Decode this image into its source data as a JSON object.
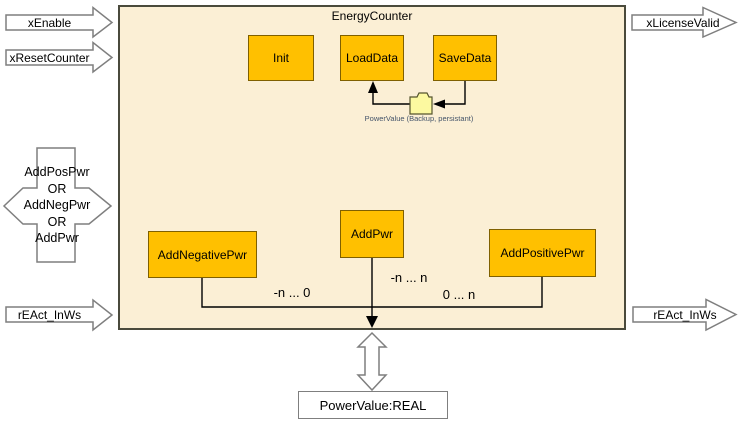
{
  "diagram": {
    "title": "EnergyCounter",
    "function_blocks": {
      "init": "Init",
      "load_data": "LoadData",
      "save_data": "SaveData",
      "add_negative_pwr": "AddNegativePwr",
      "add_pwr": "AddPwr",
      "add_positive_pwr": "AddPositivePwr"
    },
    "inputs": {
      "x_enable": "xEnable",
      "x_reset_counter": "xResetCounter",
      "add_selector_lines": [
        "AddPosPwr",
        "OR",
        "AddNegPwr",
        "OR",
        "AddPwr"
      ],
      "r_eact_in_ws": "rEAct_InWs"
    },
    "outputs": {
      "x_license_valid": "xLicenseValid",
      "r_eact_in_ws": "rEAct_InWs"
    },
    "persistence": {
      "caption": "PowerValue (Backup, persistant)"
    },
    "range_labels": {
      "negative": "-n ... 0",
      "bidirectional": "-n ... n",
      "positive": "0 ... n"
    },
    "io_box": "PowerValue:REAL",
    "colors": {
      "frame_fill": "#FBEFD5",
      "frame_border": "#4A4A3C",
      "block_fill": "#FFC000",
      "block_border": "#7F6000",
      "folder_fill": "#FCF9A0",
      "caption_text": "#44546A",
      "port_border": "#7F7F7F",
      "line_color": "#000000"
    }
  }
}
